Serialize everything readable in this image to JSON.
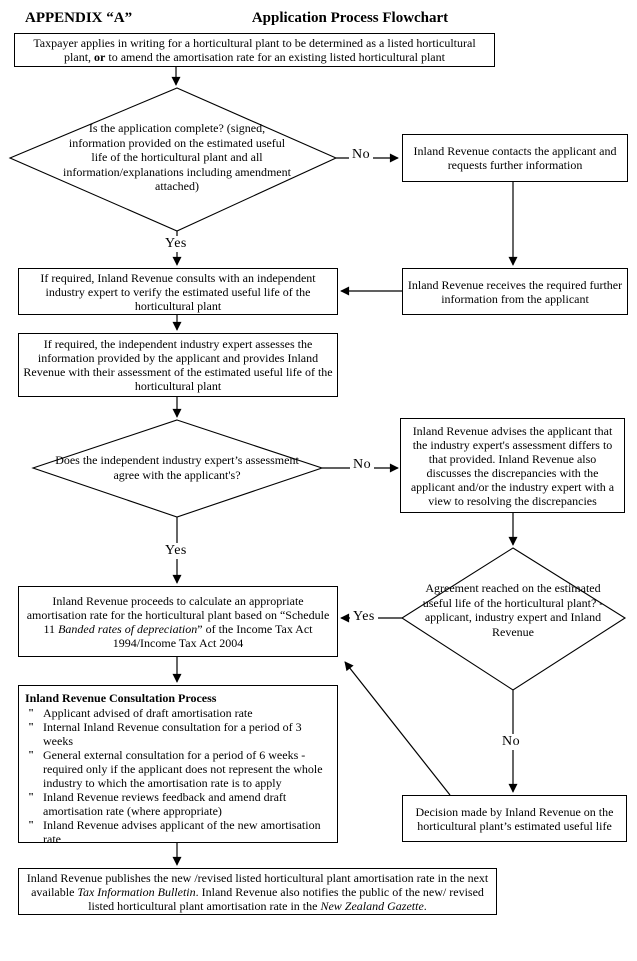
{
  "header": {
    "appendix": "APPENDIX “A”",
    "title": "Application Process Flowchart"
  },
  "labels": {
    "yes": "Yes",
    "no": "No"
  },
  "bullet_glyph": "\"",
  "colors": {
    "ink": "#000000",
    "paper": "#ffffff"
  },
  "nodes": {
    "taxpayer": {
      "parts": [
        "Taxpayer applies in writing for a horticultural plant to be determined as a listed horticultural plant, ",
        "or",
        " to amend the amortisation rate for an existing listed horticultural plant"
      ]
    },
    "complete_q": {
      "text": "Is the application complete? (signed, information provided on the estimated useful life of the horticultural plant and all information/explanations including amendment attached)"
    },
    "contacts": {
      "text": "Inland Revenue contacts the applicant and requests further information"
    },
    "receives": {
      "text": "Inland Revenue receives the required further information from the applicant"
    },
    "consults": {
      "text": "If required, Inland Revenue consults with an independent industry expert to verify the estimated useful life of the horticultural plant"
    },
    "assesses": {
      "text": "If required, the independent industry expert assesses the information provided by the applicant and provides Inland Revenue with their assessment of the estimated useful life of the horticultural plant"
    },
    "agree_q": {
      "text": "Does the independent industry expert’s assessment agree with the applicant's?"
    },
    "differs": {
      "text": "Inland Revenue advises the applicant that the industry expert's assessment differs to that provided.  Inland Revenue also discusses the discrepancies with the applicant and/or the industry expert with a view to resolving the discrepancies"
    },
    "calculate": {
      "pre": "Inland Revenue proceeds to calculate an appropriate amortisation rate for the horticultural plant based on “Schedule 11 ",
      "italic": "Banded rates of depreciation",
      "post": "”  of the Income Tax Act 1994/Income Tax Act 2004"
    },
    "agreement_q": {
      "text": "Agreement reached on the estimated useful life of the horticultural plant? - applicant, industry expert and Inland Revenue"
    },
    "decision": {
      "text": "Decision made by Inland Revenue on the horticultural plant’s estimated useful life"
    },
    "consultation": {
      "title": "Inland Revenue Consultation Process",
      "bullets": [
        "Applicant advised of draft amortisation rate",
        "Internal Inland Revenue consultation for a period of 3 weeks",
        "General external consultation for a period of 6 weeks - required only if the applicant does not represent the whole industry to which the amortisation rate is to apply",
        "Inland Revenue reviews feedback and amend draft amortisation rate (where appropriate)",
        "Inland Revenue advises applicant of the new amortisation rate"
      ]
    },
    "publishes": {
      "pre": "Inland Revenue publishes the new /revised listed horticultural plant amortisation rate in the next available ",
      "italic1": "Tax Information Bulletin",
      "mid": ".  Inland Revenue also notifies the public of the new/ revised listed horticultural plant amortisation rate in the ",
      "italic2": "New Zealand Gazette",
      "post": "."
    }
  }
}
